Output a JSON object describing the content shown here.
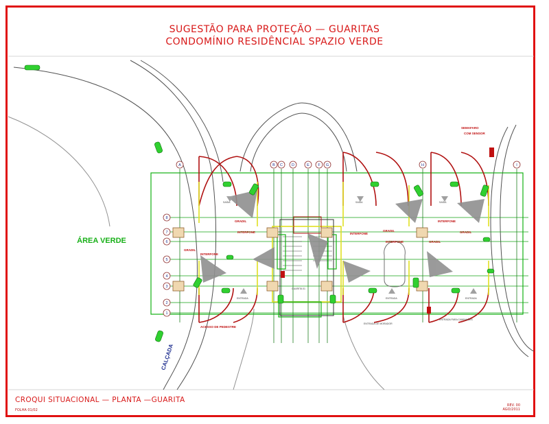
{
  "title": {
    "line1": "SUGESTÃO PARA PROTEÇÃO — GUARITAS",
    "line2": "CONDOMÍNIO RESIDÊNCIAL SPAZIO VERDE"
  },
  "footer": {
    "drawing_title": "CROQUI SITUACIONAL — PLANTA —GUARITA",
    "sheet": "FOLHA 01/02",
    "revision": "REV. 00",
    "date": "AGO/2011"
  },
  "plan": {
    "green_area_label": "ÁREA VERDE",
    "sidewalk_label": "CALÇADA",
    "column_axes": [
      "A",
      "B",
      "C",
      "D",
      "E",
      "F",
      "G",
      "H",
      "I"
    ],
    "row_axes": [
      "8",
      "7",
      "6",
      "5",
      "4",
      "3",
      "2",
      "1"
    ],
    "labels": {
      "gradil_1": "GRADIL",
      "gradil_2": "GRADIL",
      "gradil_3": "GRADIL",
      "gradil_4": "GRADIL",
      "gradil_5": "GRADIL",
      "interfone_1": "INTERFONE",
      "interfone_2": "INTERFONE",
      "interfone_3": "INTERFONE",
      "interfone_4": "INTERFONE",
      "interfone_5": "INTERFONE",
      "acesso_pedestre": "ACESSO DE PEDESTRE",
      "semaforo": "SEMAFARO",
      "semaforo_2": "COM SENSOR",
      "saida_1": "SAÍDA",
      "saida_2": "SAÍDA",
      "saida_3": "SAÍDA",
      "entrada_1": "ENTRADA",
      "entrada_2": "ENTRADA",
      "entrada_3": "ENTRADA",
      "guarita": "GUARITA 01",
      "entrada_moradores": "ENTRADA DE MORADOR",
      "entrada_caminhoes": "ENTRADA PARA CAMINHÕES"
    }
  },
  "colors": {
    "frame": "#e01010",
    "wall": "#b01010",
    "green_line": "#10b010",
    "yellow_wall": "#e0e020",
    "camera_cone": "#909090",
    "axis_blue": "#203090",
    "road": "#505050"
  }
}
